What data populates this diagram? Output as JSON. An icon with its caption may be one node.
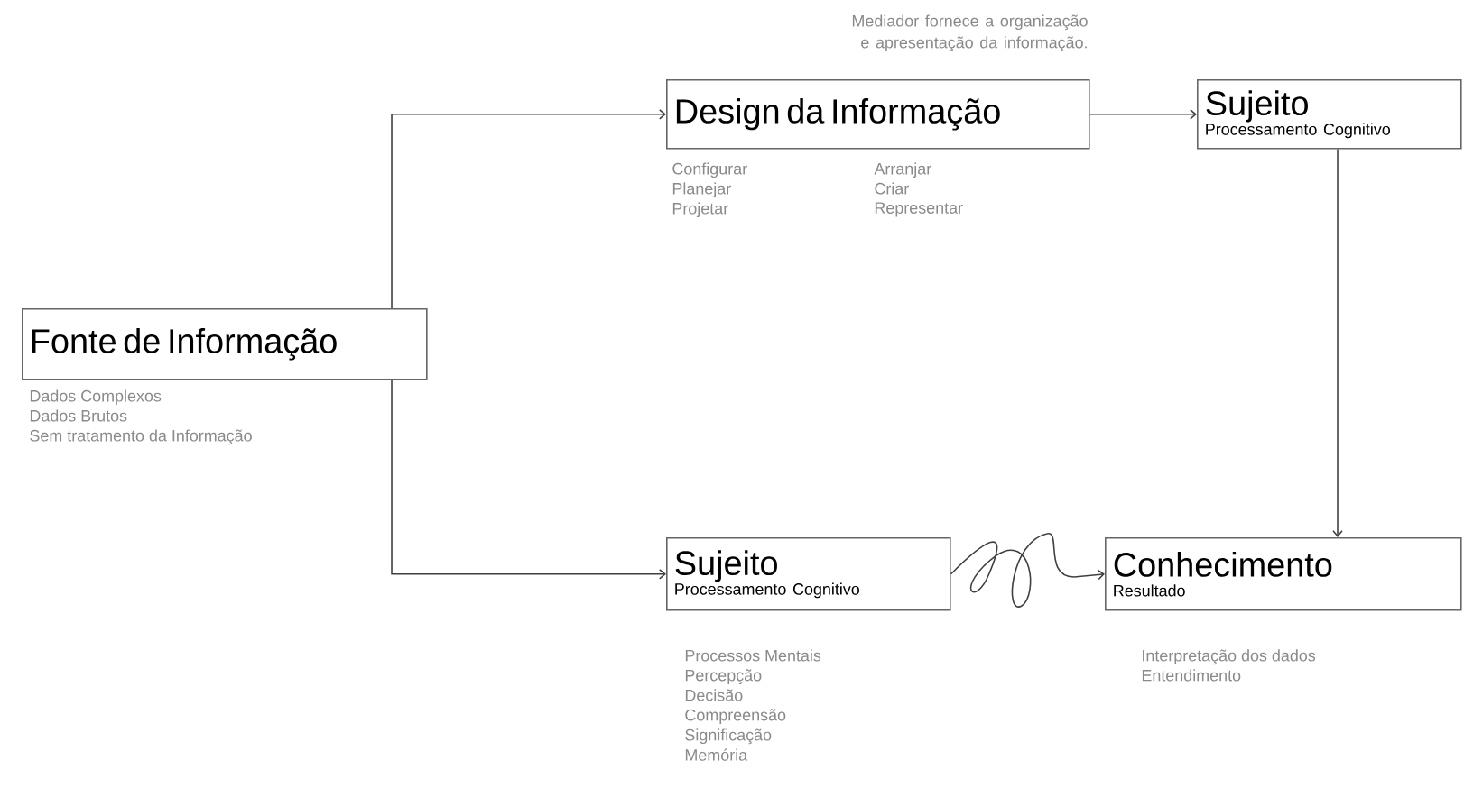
{
  "diagram": {
    "nodes": [
      {
        "text": [
          "Fonte de Informação"
        ],
        "beside": [
          "Dados Complexos",
          "Dados Brutos",
          "Sem tratamento da Informação"
        ]
      },
      {
        "text": [
          "Design da Informação"
        ],
        "beside": [
          "Mediador fornece a organização e apresentação da informação.",
          "Configurar",
          "Planejar",
          "Projetar",
          "Arranjar",
          "Criar",
          "Representar"
        ]
      },
      {
        "text": [
          "Sujeito",
          "Processamento Cognitivo"
        ]
      },
      {
        "text": [
          "Sujeito",
          "Processamento Cognitivo"
        ],
        "beside": [
          "Processos Mentais",
          "Percepção",
          "Decisão",
          "Compreensão",
          "Significação",
          "Memória"
        ]
      },
      {
        "text": [
          "Conhecimento",
          "Resultado"
        ],
        "beside": [
          "Interpretação dos dados",
          "Entendimento"
        ]
      }
    ],
    "edges": [
      {
        "from": 0,
        "to": 1,
        "arrow": "to"
      },
      {
        "from": 0,
        "to": 3,
        "arrow": "to"
      },
      {
        "from": 1,
        "to": 2,
        "arrow": "to"
      },
      {
        "from": 2,
        "to": 4,
        "arrow": "to"
      },
      {
        "from": 3,
        "to": 4,
        "arrow": "to"
      }
    ]
  }
}
